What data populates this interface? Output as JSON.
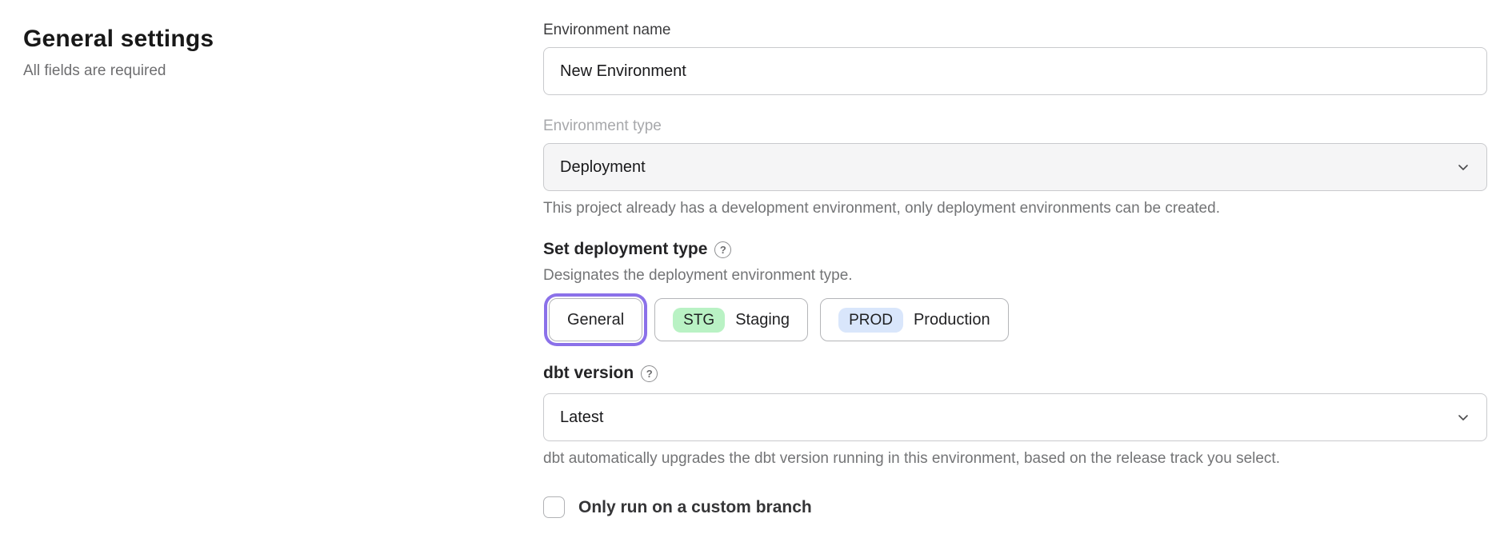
{
  "page": {
    "title": "General settings",
    "subtitle": "All fields are required"
  },
  "form": {
    "environment_name": {
      "label": "Environment name",
      "value": "New Environment"
    },
    "environment_type": {
      "label": "Environment type",
      "value": "Deployment",
      "disabled": true,
      "helper": "This project already has a development environment, only deployment environments can be created."
    },
    "deployment_type": {
      "label": "Set deployment type",
      "description": "Designates the deployment environment type.",
      "options": [
        {
          "label": "General",
          "badge": "",
          "selected": true
        },
        {
          "label": "Staging",
          "badge": "STG",
          "selected": false
        },
        {
          "label": "Production",
          "badge": "PROD",
          "selected": false
        }
      ]
    },
    "dbt_version": {
      "label": "dbt version",
      "value": "Latest",
      "helper": "dbt automatically upgrades the dbt version running in this environment, based on the release track you select."
    },
    "custom_branch": {
      "label": "Only run on a custom branch",
      "checked": false
    }
  },
  "icons": {
    "dropdown": "chevron-down",
    "help": "question-mark-circle"
  },
  "colors": {
    "accent_ring": "#8b71e9",
    "stg_badge_bg": "#b9f2c4",
    "prod_badge_bg": "#d9e6fb",
    "disabled_select_bg": "#f5f5f6",
    "border": "#c9cacd"
  }
}
